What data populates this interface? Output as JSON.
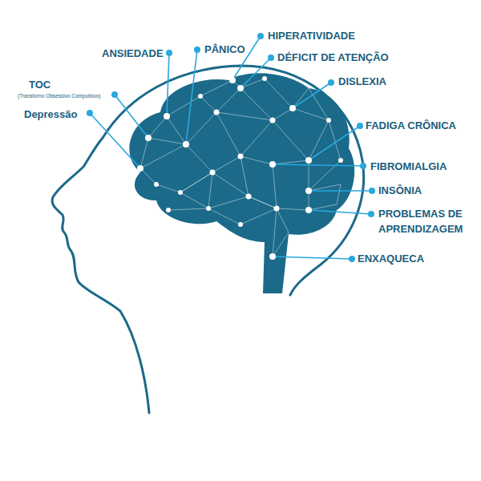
{
  "diagram": {
    "labels": [
      "ANSIEDADE",
      "PÂNICO",
      "HIPERATIVIDADE",
      "DÉFICIT DE ATENÇÃO",
      "DISLEXIA",
      "TOC",
      "(Transtorno Obsessivo Compulsivo)",
      "Depressão",
      "FADIGA CRÔNICA",
      "FIBROMIALGIA",
      "INSÔNIA",
      "PROBLEMAS DE APRENDIZAGEM",
      "ENXAQUECA"
    ]
  }
}
